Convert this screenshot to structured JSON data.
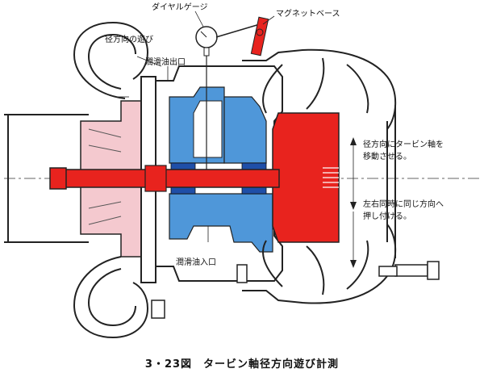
{
  "labels": {
    "dial_gauge": "ダイヤルゲージ",
    "magnet_base": "マグネットベース",
    "radial_play": "径方向の遊び",
    "oil_outlet": "潤滑油出口",
    "oil_inlet": "潤滑油入口",
    "move_radial": [
      "径方向にタービン軸を",
      "移動させる。"
    ],
    "push_same": [
      "左右同時に同じ方向へ",
      "押し付ける。"
    ]
  },
  "caption": "3・23図　タービン軸径方向遊び計測",
  "colors": {
    "shaft_red": "#e8231e",
    "bearing_blue": "#4f97d9",
    "compressor_pink": "#f4c9cf",
    "outline": "#222222",
    "background": "#ffffff"
  }
}
